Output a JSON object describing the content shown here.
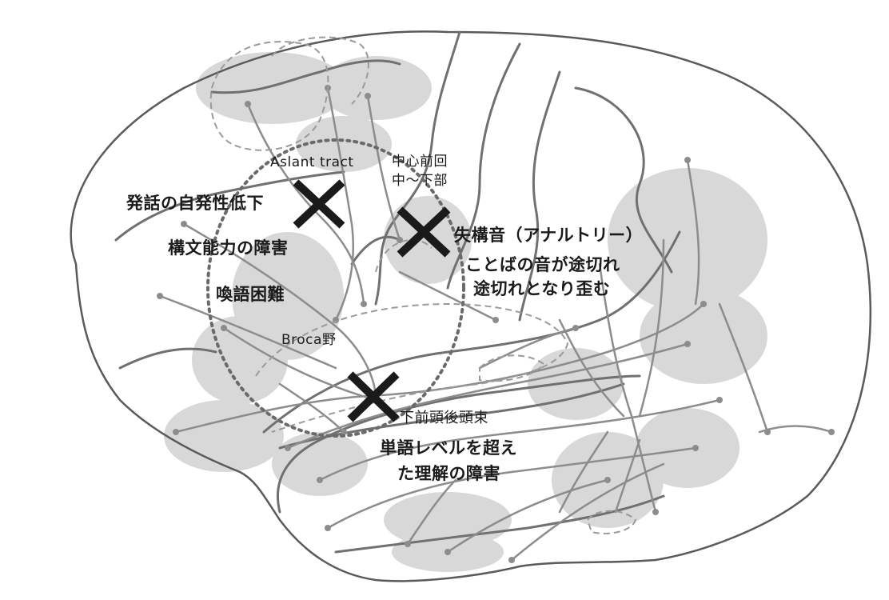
{
  "labels": {
    "aslant_tract": "Aslant tract",
    "precentral_line1": "中心前回",
    "precentral_line2": "中～下部",
    "speech_initiation": "発話の自発性低下",
    "syntax_impairment": "構文能力の障害",
    "word_finding": "喚語困難",
    "broca": "Broca野",
    "anarthria": "失構音（アナルトリー）",
    "anarthria_desc_line1": "ことばの音が途切れ",
    "anarthria_desc_line2": "途切れとなり歪む",
    "ifof": "下前頭後頭束",
    "comprehension_line1": "単語レベルを超え",
    "comprehension_line2": "た理解の障害"
  },
  "markers": [
    "aslant-tract-lesion",
    "precentral-lesion",
    "ifof-lesion"
  ],
  "colors": {
    "outline": "#5a5a5a",
    "fiber": "#8c8c8c",
    "region": "#d8d8d8",
    "marker": "#1a1a1a",
    "dotted_circle": "#6a6a6a"
  }
}
